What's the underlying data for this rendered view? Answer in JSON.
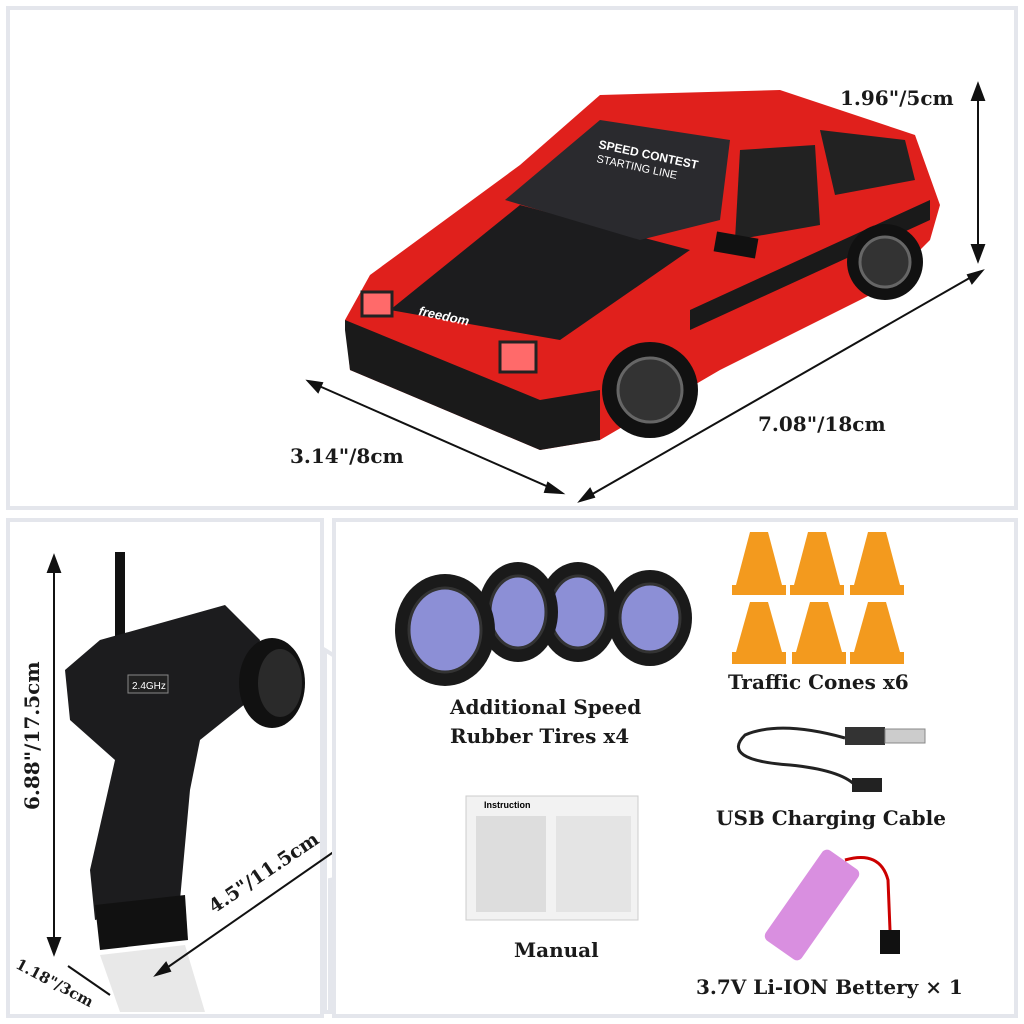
{
  "car": {
    "height_dim": "1.96\"/5cm",
    "width_dim": "3.14\"/8cm",
    "length_dim": "7.08\"/18cm",
    "windshield_decal": [
      "SPEED CONTEST",
      "STARTING LINE"
    ],
    "hood_decal": "freedom",
    "colors": {
      "body": "#e0201c",
      "hood": "#1c1c1e"
    }
  },
  "controller": {
    "height_dim": "6.88\"/17.5cm",
    "length_dim": "4.5\"/11.5cm",
    "depth_dim": "1.18\"/3cm",
    "badge": "2.4GHz"
  },
  "accessories": {
    "tires_label": [
      "Additional Speed",
      "Rubber Tires x4"
    ],
    "tires_count": 4,
    "cones_label": "Traffic Cones x6",
    "cones_count": 6,
    "cable_label": "USB Charging Cable",
    "manual_label": "Manual",
    "manual_title": "Instruction",
    "battery_label": "3.7V Li-ION Bettery × 1",
    "colors": {
      "cone": "#f39a1e",
      "tire_rim": "#8c8fd6",
      "battery": "#d98fe0"
    }
  }
}
